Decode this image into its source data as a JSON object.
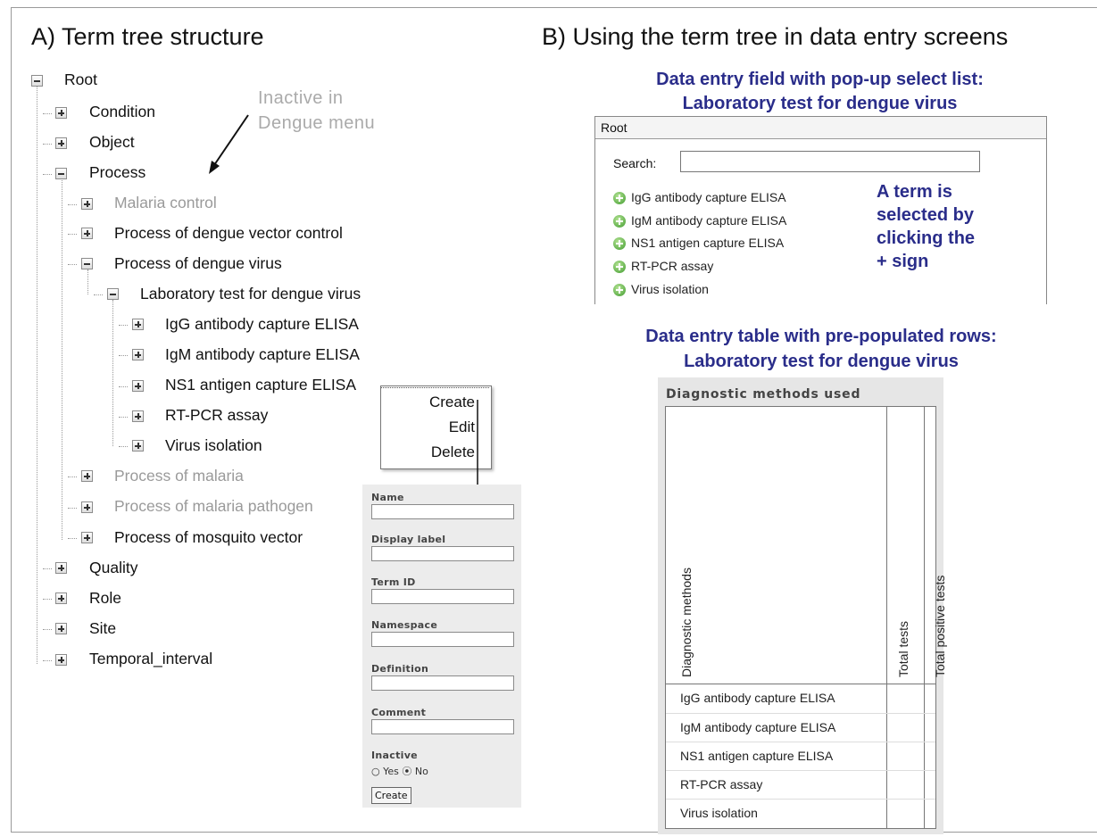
{
  "panel_a": {
    "heading": "A) Term tree structure",
    "note": [
      "Inactive in",
      "Dengue menu"
    ],
    "tree": {
      "root": "Root",
      "condition": "Condition",
      "object": "Object",
      "process": "Process",
      "malaria_control": "Malaria control",
      "dengue_vector_control": "Process of dengue vector control",
      "dengue_virus": "Process of dengue virus",
      "lab_test": "Laboratory test for dengue virus",
      "igg": "IgG antibody capture ELISA",
      "igm": "IgM antibody capture ELISA",
      "ns1": "NS1 antigen capture ELISA",
      "rtpcr": "RT-PCR assay",
      "virus_isolation": "Virus isolation",
      "malaria": "Process of malaria",
      "malaria_pathogen": "Process of malaria pathogen",
      "mosquito_vector": "Process of mosquito vector",
      "quality": "Quality",
      "role": "Role",
      "site": "Site",
      "temporal": "Temporal_interval"
    },
    "context_menu": [
      "Create",
      "Edit",
      "Delete"
    ],
    "form": {
      "fields": [
        "Name",
        "Display label",
        "Term ID",
        "Namespace",
        "Definition",
        "Comment"
      ],
      "inactive_label": "Inactive",
      "yes": "Yes",
      "no": "No",
      "inactive_value": "No",
      "button": "Create"
    }
  },
  "panel_b": {
    "heading": "B) Using the term tree in data entry screens",
    "popup_caption": [
      "Data entry field with pop-up select list:",
      "Laboratory test for dengue virus"
    ],
    "popup": {
      "title": "Root",
      "search_label": "Search:",
      "search_value": "",
      "items": [
        "IgG antibody capture ELISA",
        "IgM antibody capture ELISA",
        "NS1 antigen capture ELISA",
        "RT-PCR assay",
        "Virus isolation"
      ]
    },
    "selection_note": [
      "A term is",
      "selected by",
      "clicking the",
      "+ sign"
    ],
    "table_caption": [
      "Data entry table with pre-populated rows:",
      "Laboratory test for dengue virus"
    ],
    "table": {
      "title": "Diagnostic methods used",
      "columns": [
        "Diagnostic methods",
        "Total tests",
        "Total positive tests"
      ],
      "rows": [
        "IgG antibody capture ELISA",
        "IgM antibody capture ELISA",
        "NS1 antigen capture ELISA",
        "RT-PCR assay",
        "Virus isolation"
      ]
    }
  }
}
